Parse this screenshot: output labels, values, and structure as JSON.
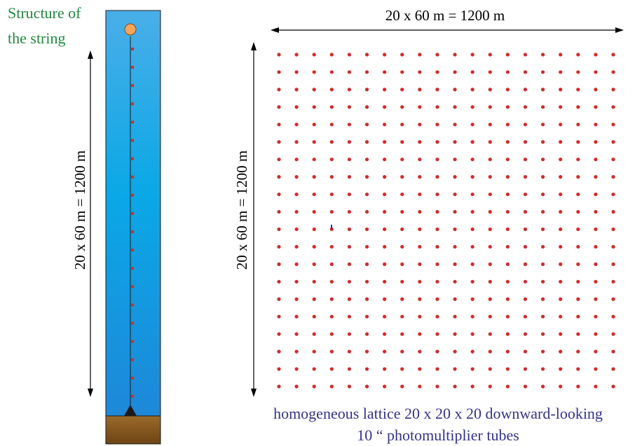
{
  "string_panel": {
    "title_line1": "Structure of",
    "title_line2": "the string",
    "height_label": "20 x 60 m = 1200 m",
    "module_count": 20
  },
  "lattice_panel": {
    "width_label": "20 x 60 m = 1200 m",
    "height_label": "20 x 60 m = 1200 m",
    "rows": 20,
    "cols": 20
  },
  "caption": {
    "line1": "homogeneous lattice 20 x 20 x 20 downward-looking",
    "line2": "10 “ photomultiplier tubes"
  },
  "colors": {
    "title_green": "#1f8a3c",
    "caption_navy": "#33338a",
    "module_red": "#d42a2a",
    "buoy_orange": "#f5a55a",
    "seabed_brown": "#8a5a1e",
    "water_top": "#4aaee8",
    "water_mid": "#0aa8e6",
    "water_bottom": "#1e88d8"
  }
}
